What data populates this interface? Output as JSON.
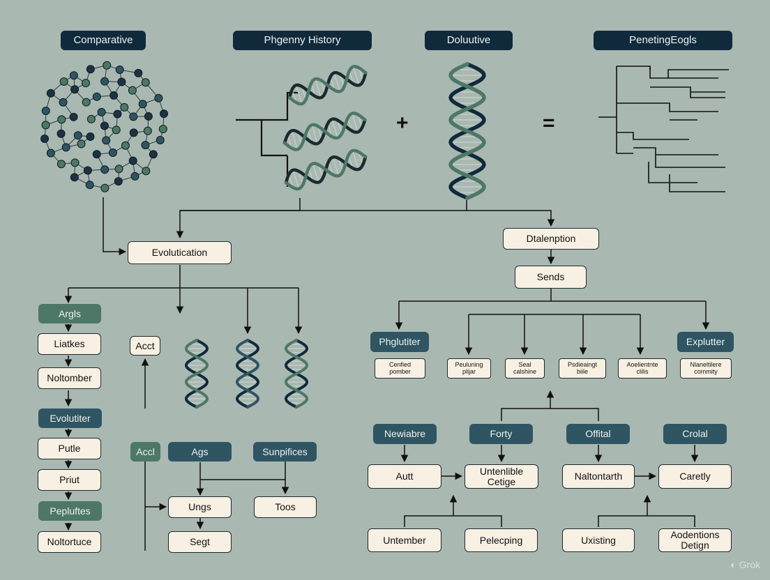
{
  "headers": {
    "comparative": "Comparative",
    "phylogeny": "Phgenny History",
    "doluutive": "Doluutive",
    "pending": "PenetingEogls"
  },
  "operators": {
    "plus": "+",
    "equals": "="
  },
  "left": {
    "evolutication": "Evolutication",
    "args": "Argls",
    "liatkes": "Liatkes",
    "noltomber": "Noltomber",
    "evolutiter": "Evolutiter",
    "putle": "Putle",
    "priut": "Priut",
    "pepluftes": "Pepluftes",
    "noltortuce": "Noltortuce",
    "acct_top": "Acct",
    "acct_bottom": "Accl",
    "ags": "Ags",
    "sunpifices": "Sunpifices",
    "ungs": "Ungs",
    "segt": "Segt",
    "toos": "Toos"
  },
  "right": {
    "dtalenption": "Dtalenption",
    "sends": "Sends",
    "phglutiter": "Phglutiter",
    "explutter": "Explutter",
    "cards": [
      "Cenfied\npomber",
      "Peuluning\nplijar",
      "Seal\ncalshine",
      "Psdieaingt\nbiile",
      "Aoelientnte\nclilis",
      "Nlaneltilere\ncommity"
    ],
    "newiabre": "Newiabre",
    "forty": "Forty",
    "offital": "Offital",
    "crolal": "Crolal",
    "autt": "Autt",
    "untenible": "Untenlible\nCetige",
    "naltontarth": "Naltontarth",
    "caretly": "Caretly",
    "untember": "Untember",
    "pelecping": "Pelecping",
    "uxisting": "Uxisting",
    "aodentions": "Aodentions\nDetign"
  },
  "watermark": "Grok",
  "colors": {
    "background": "#a9b8b1",
    "navy": "#102a3c",
    "green": "#4d7766",
    "slate": "#2f5563",
    "cream": "#f8f0e3"
  }
}
